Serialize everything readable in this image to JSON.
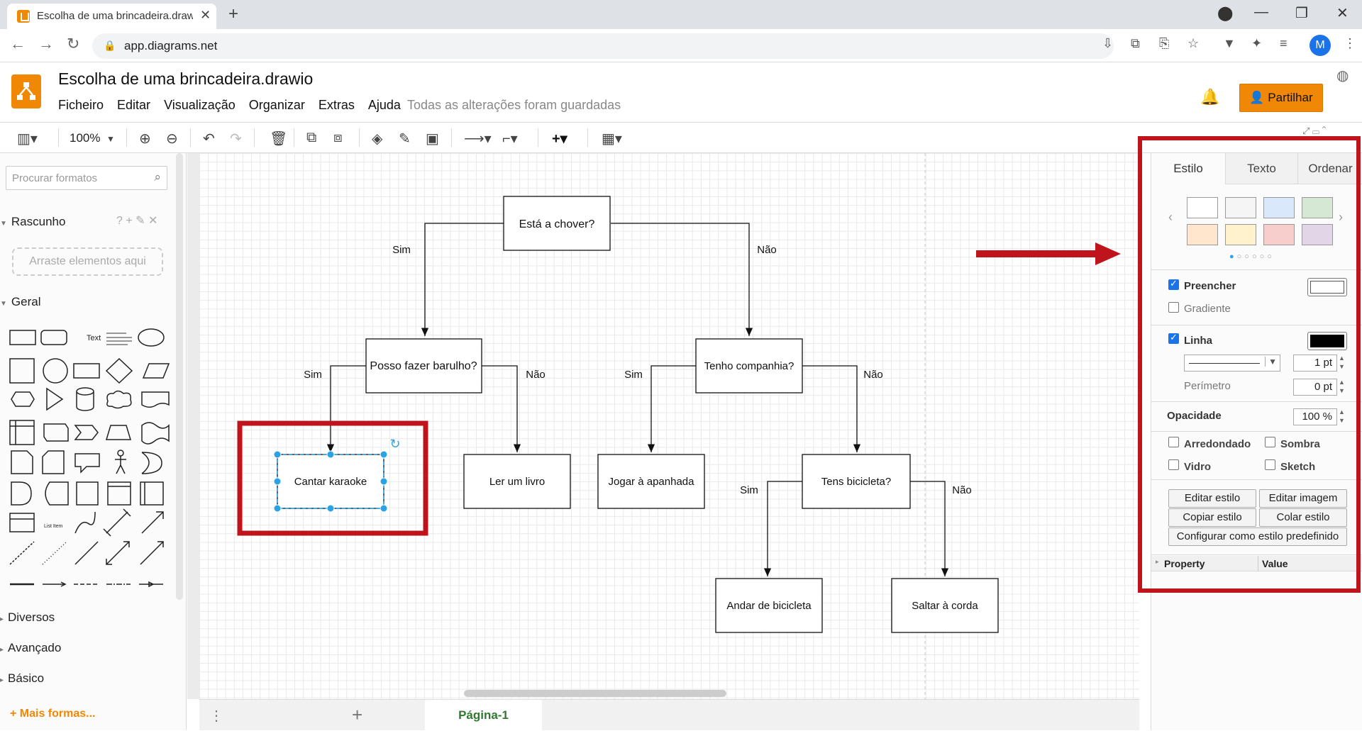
{
  "browser": {
    "tab_title": "Escolha de uma brincadeira.drawio",
    "url": "app.diagrams.net",
    "avatar_letter": "M"
  },
  "app": {
    "doc_title": "Escolha de uma brincadeira.drawio",
    "menu": [
      "Ficheiro",
      "Editar",
      "Visualização",
      "Organizar",
      "Extras",
      "Ajuda"
    ],
    "saved_status": "Todas as alterações foram guardadas",
    "share_label": "Partilhar"
  },
  "toolbar": {
    "zoom": "100%"
  },
  "sidebar": {
    "search_placeholder": "Procurar formatos",
    "scratchpad": "Rascunho",
    "scratchpad_tools": "? + ✎ ✕",
    "dropzone": "Arraste elementos aqui",
    "general": "Geral",
    "sections": [
      "Diversos",
      "Avançado",
      "Básico"
    ],
    "more_shapes": "+ Mais formas..."
  },
  "pages": {
    "current": "Página-1"
  },
  "diagram": {
    "nodes": {
      "root": "Está a chover?",
      "barulho": "Posso fazer barulho?",
      "companhia": "Tenho companhia?",
      "karaoke": "Cantar karaoke",
      "livro": "Ler um livro",
      "apanhada": "Jogar à apanhada",
      "bicicleta_q": "Tens bicicleta?",
      "andar": "Andar de bicicleta",
      "saltar": "Saltar à corda"
    },
    "edge_labels": {
      "sim": "Sim",
      "nao": "Não"
    }
  },
  "format_panel": {
    "tabs": [
      "Estilo",
      "Texto",
      "Ordenar"
    ],
    "swatch_colors": [
      "#ffffff",
      "#f5f5f5",
      "#dae8fc",
      "#d5e8d4",
      "#ffe6cc",
      "#fff2cc",
      "#f8cecc",
      "#e1d5e7"
    ],
    "fill_label": "Preencher",
    "gradient_label": "Gradiente",
    "line_label": "Linha",
    "line_width": "1 pt",
    "perimeter_label": "Perímetro",
    "perimeter_value": "0 pt",
    "opacity_label": "Opacidade",
    "opacity_value": "100 %",
    "rounded_label": "Arredondado",
    "shadow_label": "Sombra",
    "glass_label": "Vidro",
    "sketch_label": "Sketch",
    "edit_style": "Editar estilo",
    "edit_image": "Editar imagem",
    "copy_style": "Copiar estilo",
    "paste_style": "Colar estilo",
    "set_default": "Configurar como estilo predefinido",
    "property_header": "Property",
    "value_header": "Value"
  },
  "colors": {
    "accent": "#f08705",
    "annotation": "#c0141c",
    "selection": "#29a2e6"
  }
}
